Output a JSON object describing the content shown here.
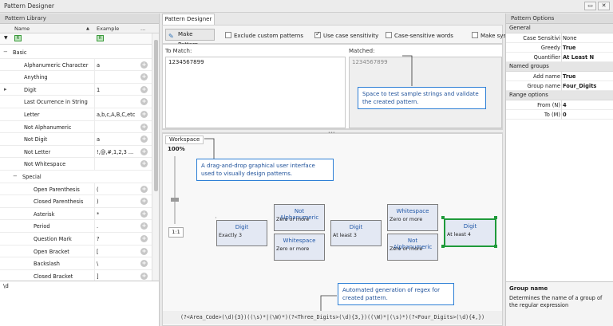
{
  "window": {
    "title": "Pattern Designer",
    "restore_glyph": "▭",
    "close_glyph": "✕"
  },
  "library": {
    "title": "Pattern Library",
    "col_name": "Name",
    "col_example": "Example",
    "col_more": "...",
    "filter_icon_name": "filter-icon",
    "add_glyph": "+",
    "rows": [
      {
        "name": "Basic",
        "example": "",
        "level": 0,
        "group": true,
        "glyph": "−",
        "add": false
      },
      {
        "name": "Alphanumeric Character",
        "example": "a",
        "level": 1,
        "group": false,
        "glyph": "",
        "add": true
      },
      {
        "name": "Anything",
        "example": "",
        "level": 1,
        "group": false,
        "glyph": "",
        "add": true
      },
      {
        "name": "Digit",
        "example": "1",
        "level": 1,
        "group": false,
        "glyph": "▸",
        "add": true
      },
      {
        "name": "Last Ocurrence in String",
        "example": "",
        "level": 1,
        "group": false,
        "glyph": "",
        "add": true
      },
      {
        "name": "Letter",
        "example": "a,b,c,A,B,C,etc",
        "level": 1,
        "group": false,
        "glyph": "",
        "add": true
      },
      {
        "name": "Not Alphanumeric",
        "example": "",
        "level": 1,
        "group": false,
        "glyph": "",
        "add": true
      },
      {
        "name": "Not Digit",
        "example": "a",
        "level": 1,
        "group": false,
        "glyph": "",
        "add": true
      },
      {
        "name": "Not Letter",
        "example": "!,@,#,1,2,3 ...",
        "level": 1,
        "group": false,
        "glyph": "",
        "add": true
      },
      {
        "name": "Not Whitespace",
        "example": "",
        "level": 1,
        "group": false,
        "glyph": "",
        "add": true
      },
      {
        "name": "Special",
        "example": "",
        "level": 1,
        "group": true,
        "glyph": "−",
        "add": false
      },
      {
        "name": "Open Parenthesis",
        "example": "(",
        "level": 2,
        "group": false,
        "glyph": "",
        "add": true
      },
      {
        "name": "Closed Parenthesis",
        "example": ")",
        "level": 2,
        "group": false,
        "glyph": "",
        "add": true
      },
      {
        "name": "Asterisk",
        "example": "*",
        "level": 2,
        "group": false,
        "glyph": "",
        "add": true
      },
      {
        "name": "Period",
        "example": ".",
        "level": 2,
        "group": false,
        "glyph": "",
        "add": true
      },
      {
        "name": "Question Mark",
        "example": "?",
        "level": 2,
        "group": false,
        "glyph": "",
        "add": true
      },
      {
        "name": "Open Bracket",
        "example": "[",
        "level": 2,
        "group": false,
        "glyph": "",
        "add": true
      },
      {
        "name": "Backslash",
        "example": "\\",
        "level": 2,
        "group": false,
        "glyph": "",
        "add": true
      },
      {
        "name": "Closed Bracket",
        "example": "]",
        "level": 2,
        "group": false,
        "glyph": "",
        "add": true
      }
    ],
    "bottom_text": "\\d"
  },
  "designer": {
    "tab": "Pattern Designer",
    "make_button": "Make Pattern",
    "options": [
      {
        "label": "Exclude custom patterns",
        "checked": false
      },
      {
        "label": "Use case sensitivity",
        "checked": true
      },
      {
        "label": "Case-sensitive words",
        "checked": false
      },
      {
        "label": "Make sys",
        "checked": false
      }
    ],
    "to_match_label": "To Match:",
    "to_match_value": "1234567899",
    "matched_label": "Matched:",
    "matched_value": "1234567899"
  },
  "workspace": {
    "tab": "Workspace",
    "zoom": "100%",
    "one_to_one": "1:1",
    "nodes": [
      {
        "title": "Digit",
        "quant": "Exactly 3",
        "selected": false
      },
      {
        "title": "Not Alphanumeric",
        "quant": "Zero or more",
        "selected": false
      },
      {
        "title": "Whitespace",
        "quant": "Zero or more",
        "selected": false
      },
      {
        "title": "Digit",
        "quant": "At least 3",
        "selected": false
      },
      {
        "title": "Whitespace",
        "quant": "Zero or more",
        "selected": false
      },
      {
        "title": "Not Alphanumeric",
        "quant": "Zero or more",
        "selected": false
      },
      {
        "title": "Digit",
        "quant": "At least 4",
        "selected": true
      }
    ],
    "regex": "(?<Area_Code>(\\d){3})((\\s)*|(\\W)*)(?<Three_Digits>(\\d){3,})((\\W)*|(\\s)*)(?<Four_Digits>(\\d){4,})"
  },
  "callouts": {
    "matching": "Space to test sample strings and validate the created pattern.",
    "workspace": "A drag-and-drop graphical user interface used to visually design patterns.",
    "regex": "Automated generation of regex for created pattern."
  },
  "options_panel": {
    "title": "Pattern Options",
    "groups": [
      {
        "name": "General",
        "rows": [
          {
            "name": "Case Sensitivi",
            "value": "None",
            "bold": false
          },
          {
            "name": "Greedy",
            "value": "True",
            "bold": true
          },
          {
            "name": "Quantifier",
            "value": "At Least N",
            "bold": true
          }
        ]
      },
      {
        "name": "Named groups",
        "rows": [
          {
            "name": "Add name",
            "value": "True",
            "bold": true
          },
          {
            "name": "Group name",
            "value": "Four_Digits",
            "bold": true
          }
        ]
      },
      {
        "name": "Range options",
        "rows": [
          {
            "name": "From (N)",
            "value": "4",
            "bold": true
          },
          {
            "name": "To (M)",
            "value": "0",
            "bold": true
          }
        ]
      }
    ],
    "desc_title": "Group name",
    "desc_text": "Determines the name of a group of the regular expression"
  }
}
